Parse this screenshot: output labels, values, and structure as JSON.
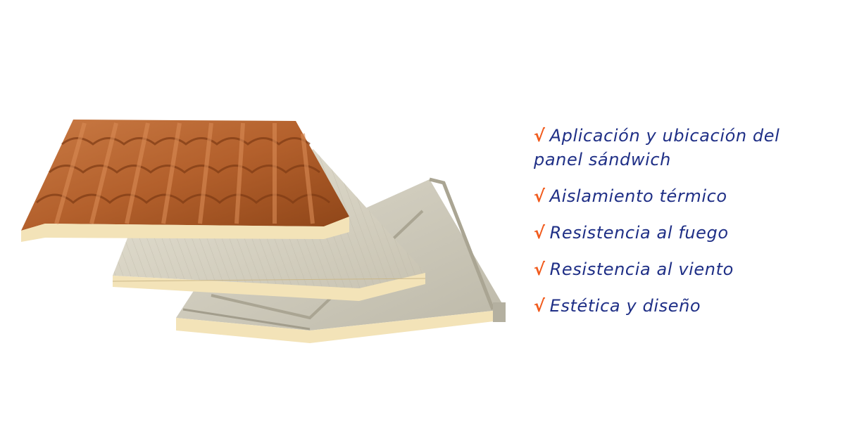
{
  "features": {
    "check_glyph": "√",
    "check_color": "#f15a1c",
    "text_color": "#1f2f86",
    "items": [
      {
        "label": "Aplicación y ubicación del panel sándwich"
      },
      {
        "label": "Aislamiento térmico"
      },
      {
        "label": "Resistencia al fuego"
      },
      {
        "label": "Resistencia al viento"
      },
      {
        "label": "Estética y diseño"
      }
    ]
  },
  "illustration": {
    "panels": [
      {
        "name": "tile-roof-panel",
        "color": "#b9652f"
      },
      {
        "name": "ribbed-facade-panel",
        "color": "#d9d4c4"
      },
      {
        "name": "seamed-roof-panel",
        "color": "#cdc9b9"
      }
    ],
    "core_color": "#f3e3b8"
  }
}
